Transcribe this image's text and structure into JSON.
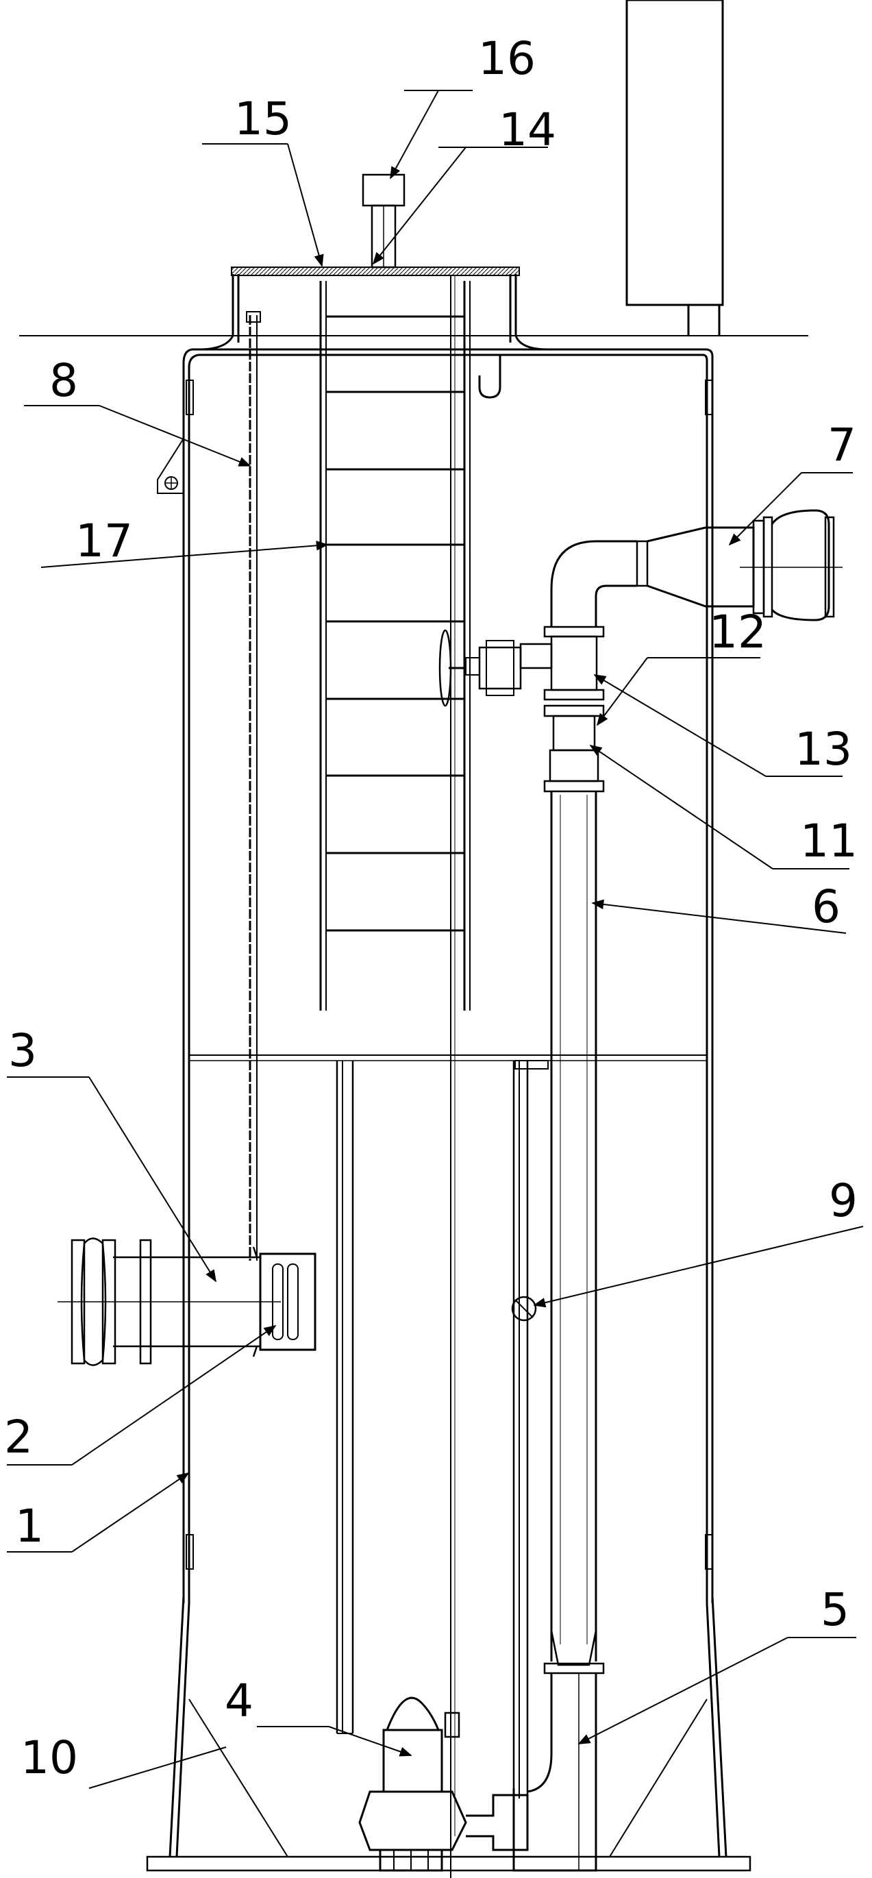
{
  "callouts": [
    {
      "id": "c1",
      "text": "1"
    },
    {
      "id": "c2",
      "text": "2"
    },
    {
      "id": "c3",
      "text": "3"
    },
    {
      "id": "c4",
      "text": "4"
    },
    {
      "id": "c5",
      "text": "5"
    },
    {
      "id": "c6",
      "text": "6"
    },
    {
      "id": "c7",
      "text": "7"
    },
    {
      "id": "c8",
      "text": "8"
    },
    {
      "id": "c9",
      "text": "9"
    },
    {
      "id": "c10",
      "text": "10"
    },
    {
      "id": "c11",
      "text": "11"
    },
    {
      "id": "c12",
      "text": "12"
    },
    {
      "id": "c13",
      "text": "13"
    },
    {
      "id": "c14",
      "text": "14"
    },
    {
      "id": "c15",
      "text": "15"
    },
    {
      "id": "c16",
      "text": "16"
    },
    {
      "id": "c17",
      "text": "17"
    }
  ],
  "colors": {
    "ink": "#000000",
    "paper": "#ffffff"
  }
}
